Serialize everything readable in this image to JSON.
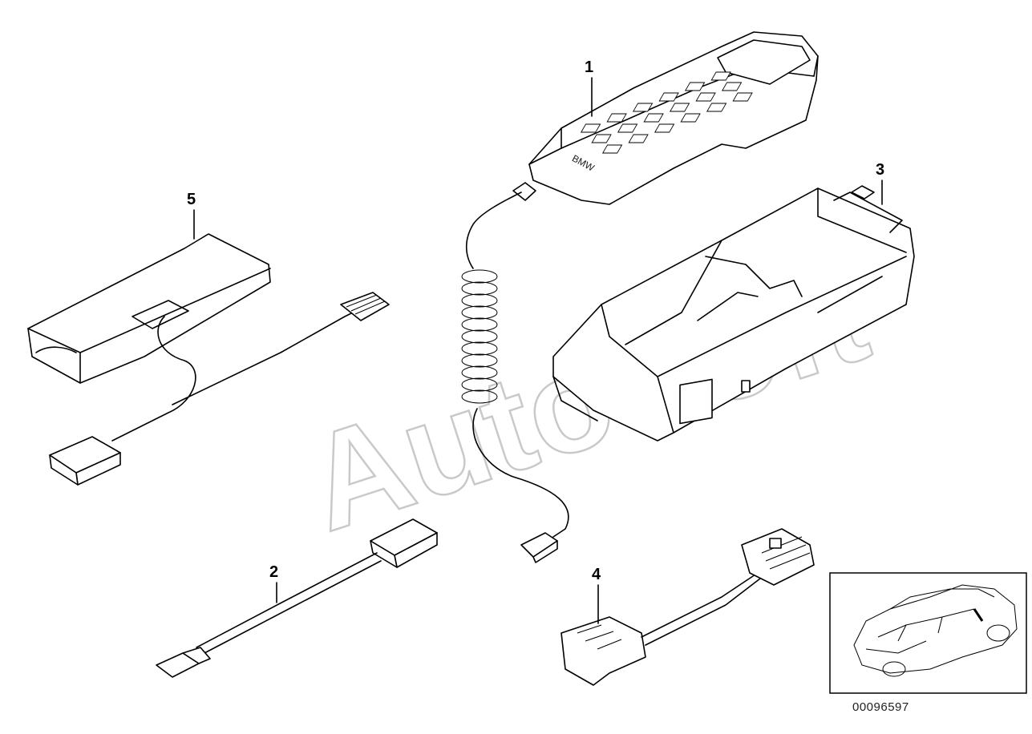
{
  "parts": [
    {
      "number": "1"
    },
    {
      "number": "2"
    },
    {
      "number": "3"
    },
    {
      "number": "4"
    },
    {
      "number": "5"
    }
  ],
  "handset_brand": "BMW",
  "diagram_id": "00096597",
  "watermark": "AutoSoft"
}
